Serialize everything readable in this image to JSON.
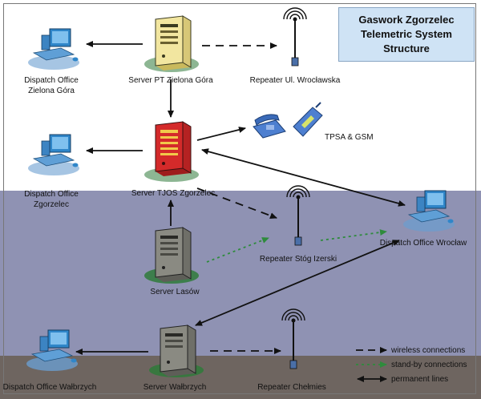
{
  "title": {
    "line1": "Gaswork Zgorzelec",
    "line2": "Telemetric System",
    "line3": "Structure"
  },
  "nodes": {
    "dispatch_zielona_gora": {
      "line1": "Dispatch Office",
      "line2": "Zielona Góra"
    },
    "server_pt_zielona_gora": "Server PT Zielona Góra",
    "repeater_wroclawska": "Repeater Ul. Wrocławska",
    "tpsa_gsm": "TPSA & GSM",
    "dispatch_zgorzelec": {
      "line1": "Dispatch Office",
      "line2": "Zgorzelec"
    },
    "server_tjos_zgorzelec": "Server TJOS Zgorzelec",
    "repeater_stog_izerski": "Repeater Stóg Izerski",
    "dispatch_wroclaw": "Dispatch Office Wrocław",
    "server_lasow": "Server Lasów",
    "dispatch_walbrzych": "Dispatch Office Wałbrzych",
    "server_walbrzych": "Server Wałbrzych",
    "repeater_chelmies": "Repeater Chełmies"
  },
  "legend": {
    "wireless": "wireless connections",
    "standby": "stand-by connections",
    "permanent": "permanent lines"
  },
  "colors": {
    "band_top": "#ffffff",
    "band_mid": "#8f92b3",
    "band_bottom": "#6e6560",
    "title_bg": "#cfe3f5",
    "standby_line": "#2e8b3c",
    "server_pt": "#f2e6a0",
    "server_tjos": "#d42a2a",
    "server_grey": "#8a8a82",
    "computer": "#2f86c9",
    "phone": "#4d7fd0"
  }
}
